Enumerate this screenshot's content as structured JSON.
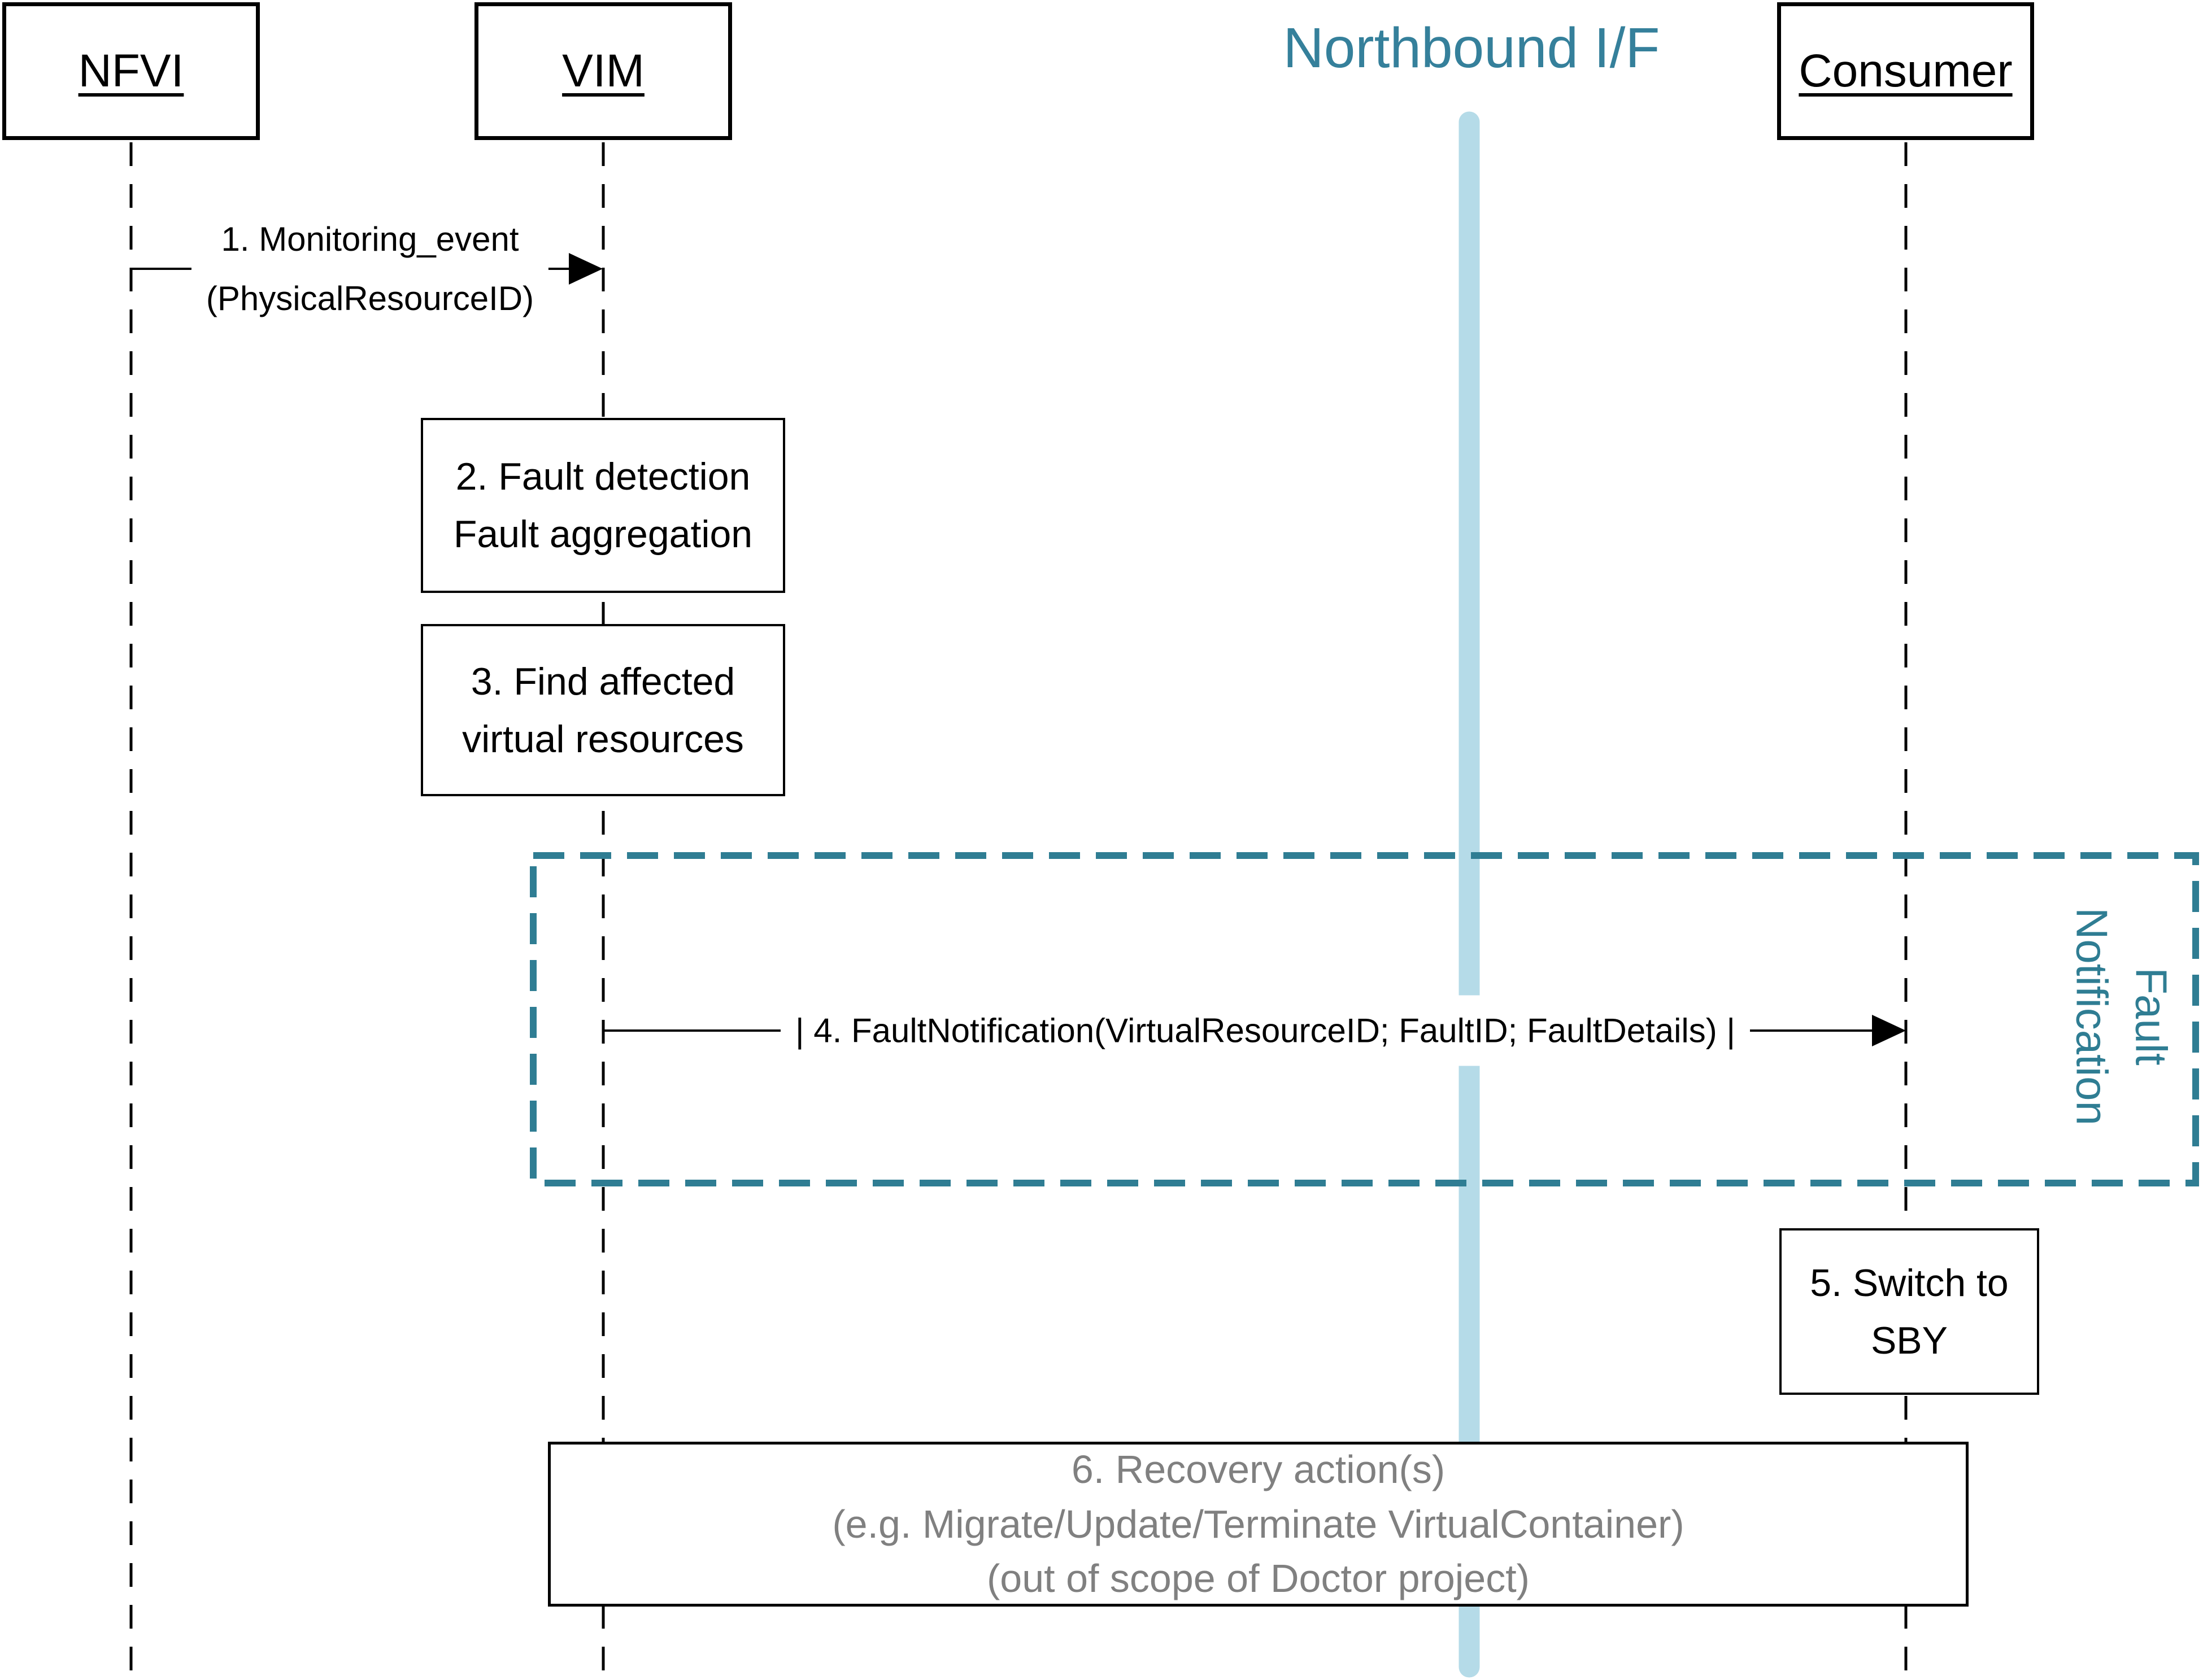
{
  "diagram": {
    "title": "Northbound I/F",
    "actors": [
      {
        "id": "nfvi",
        "label": "NFVI"
      },
      {
        "id": "vim",
        "label": "VIM"
      },
      {
        "id": "consumer",
        "label": "Consumer"
      }
    ],
    "messages": [
      {
        "id": "message-1",
        "from": "NFVI",
        "to": "VIM",
        "label_line1": "1. Monitoring_event",
        "label_line2": "(PhysicalResourceID)"
      },
      {
        "id": "message-4",
        "from": "VIM",
        "to": "Consumer",
        "label": "| 4. FaultNotification(VirtualResourceID; FaultID; FaultDetails) |"
      }
    ],
    "activities": [
      {
        "id": "step-2",
        "line1": "2. Fault detection",
        "line2": "Fault aggregation"
      },
      {
        "id": "step-3",
        "line1": "3. Find affected",
        "line2": "virtual resources"
      },
      {
        "id": "step-5",
        "line1": "5. Switch to",
        "line2": "SBY"
      },
      {
        "id": "step-6",
        "line1": "6. Recovery action(s)",
        "line2": "(e.g. Migrate/Update/Terminate VirtualContainer)",
        "line3": "(out of scope of Doctor project)"
      }
    ],
    "frame": {
      "label_line1": "Fault",
      "label_line2": "Notification"
    },
    "colors": {
      "accent_teal": "#2F7D93",
      "title_teal": "#35809B",
      "northbound_bar_blue": "#B5DBE8",
      "gray_text": "#808080",
      "line_black": "#000000"
    }
  }
}
